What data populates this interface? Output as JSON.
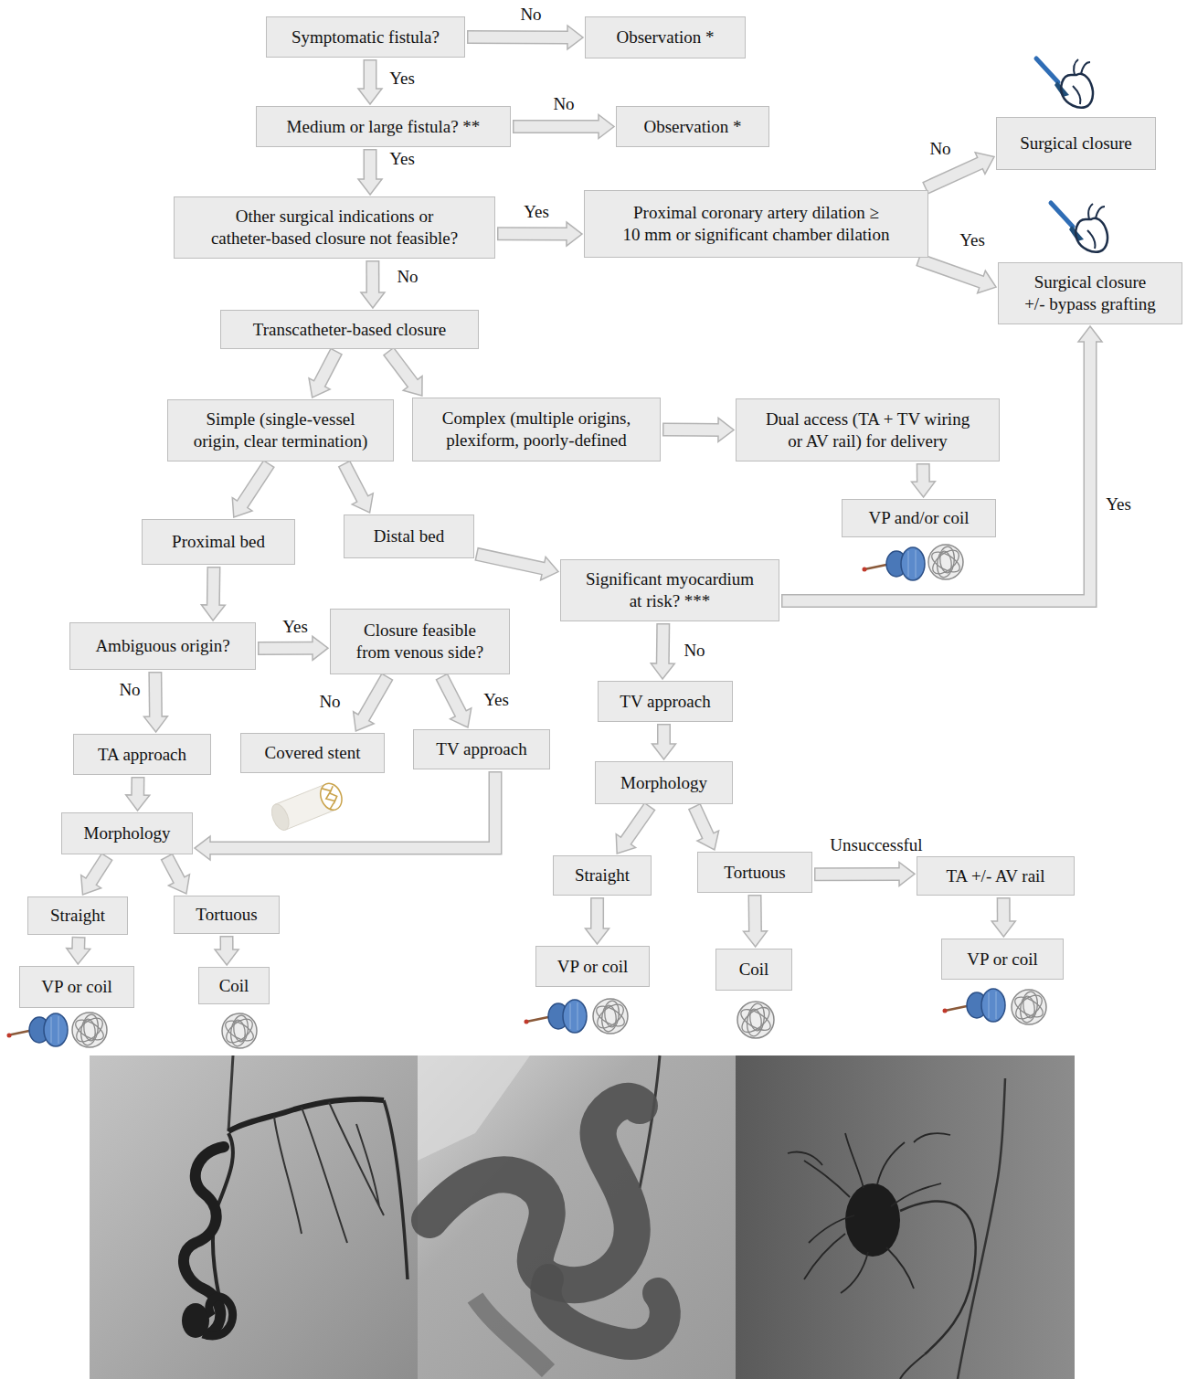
{
  "diagram": {
    "nodes": [
      {
        "text": [
          "Symptomatic fistula?"
        ]
      },
      {
        "text": [
          "Observation *"
        ]
      },
      {
        "text": [
          "Medium or large fistula? **"
        ]
      },
      {
        "text": [
          "Observation *"
        ]
      },
      {
        "text": [
          "Surgical closure"
        ]
      },
      {
        "text": [
          "Other surgical indications or catheter-based closure not feasible?"
        ]
      },
      {
        "text": [
          "Proximal coronary artery dilation ≥ 10 mm or significant chamber dilation"
        ]
      },
      {
        "text": [
          "Surgical closure +/- bypass grafting"
        ]
      },
      {
        "text": [
          "Transcatheter-based closure"
        ]
      },
      {
        "text": [
          "Simple (single-vessel origin, clear termination)"
        ]
      },
      {
        "text": [
          "Complex (multiple origins, plexiform, poorly-defined"
        ]
      },
      {
        "text": [
          "Dual access (TA + TV wiring or AV rail) for delivery"
        ]
      },
      {
        "text": [
          "VP and/or coil"
        ]
      },
      {
        "text": [
          "Proximal bed"
        ]
      },
      {
        "text": [
          "Distal bed"
        ]
      },
      {
        "text": [
          "Significant myocardium at risk? ***"
        ]
      },
      {
        "text": [
          "Ambiguous origin?"
        ]
      },
      {
        "text": [
          "Closure feasible from venous side?"
        ]
      },
      {
        "text": [
          "TA approach"
        ]
      },
      {
        "text": [
          "Covered stent"
        ]
      },
      {
        "text": [
          "TV approach"
        ]
      },
      {
        "text": [
          "TV approach"
        ]
      },
      {
        "text": [
          "Morphology"
        ]
      },
      {
        "text": [
          "Morphology"
        ]
      },
      {
        "text": [
          "Straight"
        ]
      },
      {
        "text": [
          "Tortuous"
        ]
      },
      {
        "text": [
          "Straight"
        ]
      },
      {
        "text": [
          "Tortuous"
        ]
      },
      {
        "text": [
          "TA +/- AV rail"
        ]
      },
      {
        "text": [
          "VP or coil"
        ]
      },
      {
        "text": [
          "Coil"
        ]
      },
      {
        "text": [
          "VP or coil"
        ]
      },
      {
        "text": [
          "Coil"
        ]
      },
      {
        "text": [
          "VP or coil"
        ]
      }
    ],
    "edges": [
      {
        "from": 0,
        "to": 1,
        "label": "No",
        "arrow": "to"
      },
      {
        "from": 0,
        "to": 2,
        "label": "Yes",
        "arrow": "to"
      },
      {
        "from": 2,
        "to": 3,
        "label": "No",
        "arrow": "to"
      },
      {
        "from": 2,
        "to": 5,
        "label": "Yes",
        "arrow": "to"
      },
      {
        "from": 5,
        "to": 6,
        "label": "Yes",
        "arrow": "to"
      },
      {
        "from": 5,
        "to": 8,
        "label": "No",
        "arrow": "to"
      },
      {
        "from": 6,
        "to": 4,
        "label": "No",
        "arrow": "to"
      },
      {
        "from": 6,
        "to": 7,
        "label": "Yes",
        "arrow": "to"
      },
      {
        "from": 8,
        "to": 9,
        "arrow": "to"
      },
      {
        "from": 8,
        "to": 10,
        "arrow": "to"
      },
      {
        "from": 10,
        "to": 11,
        "arrow": "to"
      },
      {
        "from": 11,
        "to": 12,
        "arrow": "to"
      },
      {
        "from": 9,
        "to": 13,
        "arrow": "to"
      },
      {
        "from": 9,
        "to": 14,
        "arrow": "to"
      },
      {
        "from": 14,
        "to": 15,
        "arrow": "to"
      },
      {
        "from": 15,
        "to": 7,
        "label": "Yes",
        "arrow": "to"
      },
      {
        "from": 15,
        "to": 21,
        "label": "No",
        "arrow": "to"
      },
      {
        "from": 13,
        "to": 16,
        "arrow": "to"
      },
      {
        "from": 16,
        "to": 17,
        "label": "Yes",
        "arrow": "to"
      },
      {
        "from": 16,
        "to": 18,
        "label": "No",
        "arrow": "to"
      },
      {
        "from": 17,
        "to": 19,
        "label": "No",
        "arrow": "to"
      },
      {
        "from": 17,
        "to": 20,
        "label": "Yes",
        "arrow": "to"
      },
      {
        "from": 18,
        "to": 22,
        "arrow": "to"
      },
      {
        "from": 20,
        "to": 22,
        "arrow": "to"
      },
      {
        "from": 22,
        "to": 24,
        "arrow": "to"
      },
      {
        "from": 22,
        "to": 25,
        "arrow": "to"
      },
      {
        "from": 24,
        "to": 29,
        "arrow": "to"
      },
      {
        "from": 25,
        "to": 30,
        "arrow": "to"
      },
      {
        "from": 21,
        "to": 23,
        "arrow": "to"
      },
      {
        "from": 23,
        "to": 26,
        "arrow": "to"
      },
      {
        "from": 23,
        "to": 27,
        "arrow": "to"
      },
      {
        "from": 26,
        "to": 31,
        "arrow": "to"
      },
      {
        "from": 27,
        "to": 32,
        "arrow": "to"
      },
      {
        "from": 28,
        "to": 33,
        "arrow": "to"
      },
      {
        "from": 27,
        "to": 28,
        "label": "Unsuccessful",
        "arrow": "to"
      }
    ]
  }
}
